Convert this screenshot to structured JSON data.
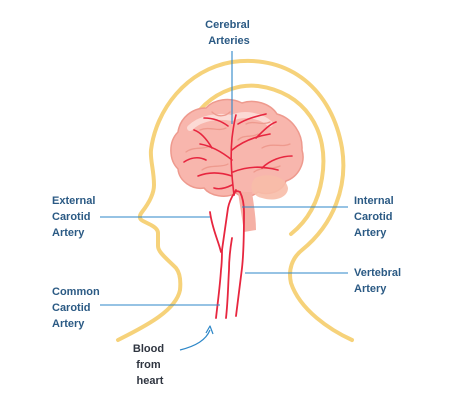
{
  "labels": {
    "cerebral": [
      "Cerebral",
      "Arteries"
    ],
    "external_carotid": [
      "External",
      "Carotid",
      "Artery"
    ],
    "internal_carotid": [
      "Internal",
      "Carotid",
      "Artery"
    ],
    "vertebral": [
      "Vertebral",
      "Artery"
    ],
    "common_carotid": [
      "Common",
      "Carotid",
      "Artery"
    ],
    "blood_from_heart": [
      "Blood",
      "from",
      "heart"
    ]
  },
  "colors": {
    "outline": "#f6d27a",
    "brain_fill": "#f8b6ad",
    "brain_light": "#fde4df",
    "brain_detail": "#ee9a8e",
    "artery": "#e7263f",
    "leader_line": "#2d87c8",
    "label_text": "#2b5a84",
    "heart_label_text": "#2f3540"
  }
}
